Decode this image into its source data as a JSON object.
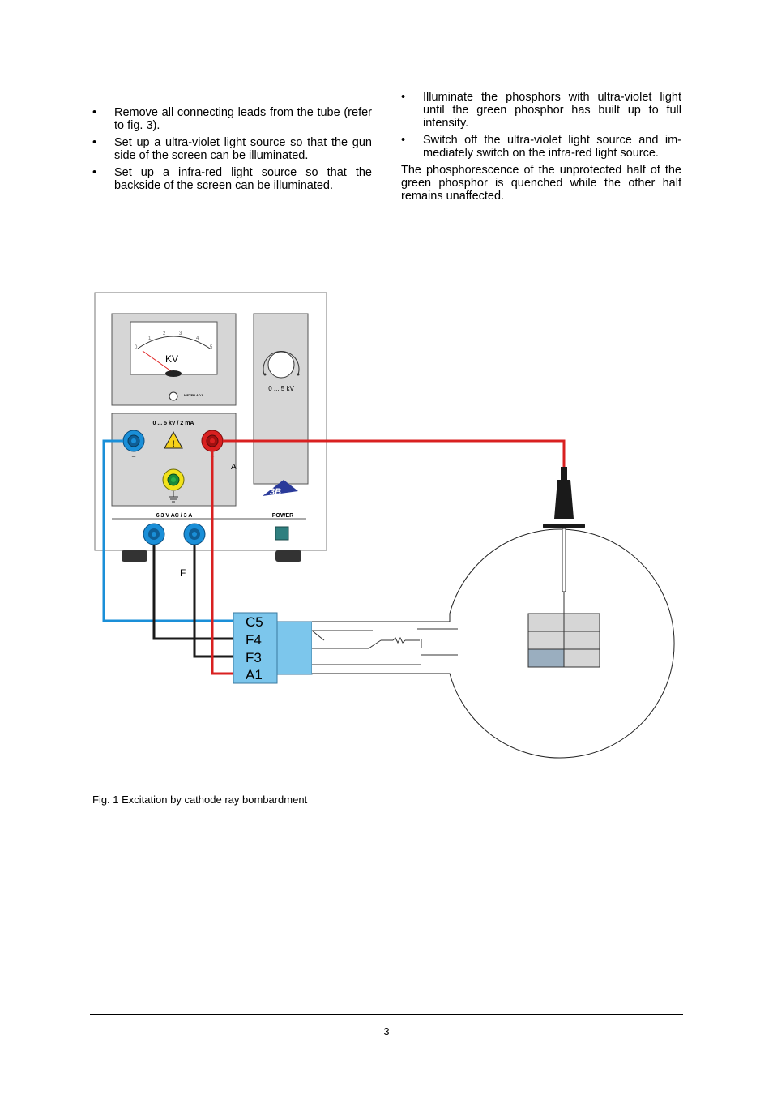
{
  "left_column": {
    "bullets": [
      "Remove all connecting leads from the tube (refer to fig. 3).",
      "Set up a ultra-violet light source so that the gun side of the screen can be illuminated.",
      "Set up a infra-red light source so that the backside of the screen can be illuminated."
    ]
  },
  "right_column": {
    "bullets": [
      "Illuminate the phosphors with ultra-violet light until the green phosphor has built up to full intensity.",
      "Switch off the ultra-violet light source and im-mediately switch on the infra-red light source."
    ],
    "paragraph": "The phosphorescence of the unprotected half of the green phosphor is quenched while the other half remains unaffected."
  },
  "figure": {
    "meter_unit": "KV",
    "meter_scale": [
      "0",
      "1",
      "2",
      "3",
      "4",
      "5"
    ],
    "meter_adj_label": "METER ADJ.",
    "knob_range": "0 ... 5 kV",
    "output_label": "0 ... 5 kV / 2 mA",
    "minus_sign": "−",
    "plus_sign": "+",
    "terminal_a": "A",
    "filament_label": "6.3 V AC / 3 A",
    "power_label": "POWER",
    "terminal_f": "F",
    "connector_pins": [
      "C5",
      "F4",
      "F3",
      "A1"
    ],
    "logo_text": "3B",
    "colors": {
      "blue_lead": "#1a8fd8",
      "red_lead": "#d92020",
      "black_lead": "#1a1a1a",
      "connector": "#7cc6ec",
      "panel": "#d6d6d6",
      "phosphor_dark": "#9aaebf"
    }
  },
  "caption": "Fig. 1 Excitation by cathode ray bombardment",
  "page_number": "3"
}
